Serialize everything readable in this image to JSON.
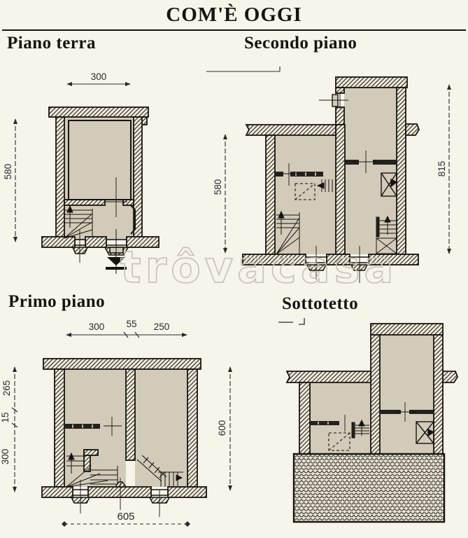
{
  "title": "COM'È OGGI",
  "watermark": "trôvacasa",
  "colors": {
    "paper": "#f7f4ea",
    "room_fill": "#d3cbba",
    "ink": "#17140f",
    "watermark": "#c9c4b6"
  },
  "plans": {
    "piano_terra": {
      "label": "Piano terra",
      "dim_top": "300",
      "dim_left": "580"
    },
    "secondo_piano": {
      "label": "Secondo piano",
      "dim_left": "580",
      "dim_right": "815"
    },
    "primo_piano": {
      "label": "Primo piano",
      "dim_top": [
        "300",
        "55",
        "250"
      ],
      "dim_left": [
        "265",
        "15",
        "300"
      ],
      "dim_right": "600",
      "dim_bottom": "605"
    },
    "sottotetto": {
      "label": "Sottotetto"
    }
  }
}
